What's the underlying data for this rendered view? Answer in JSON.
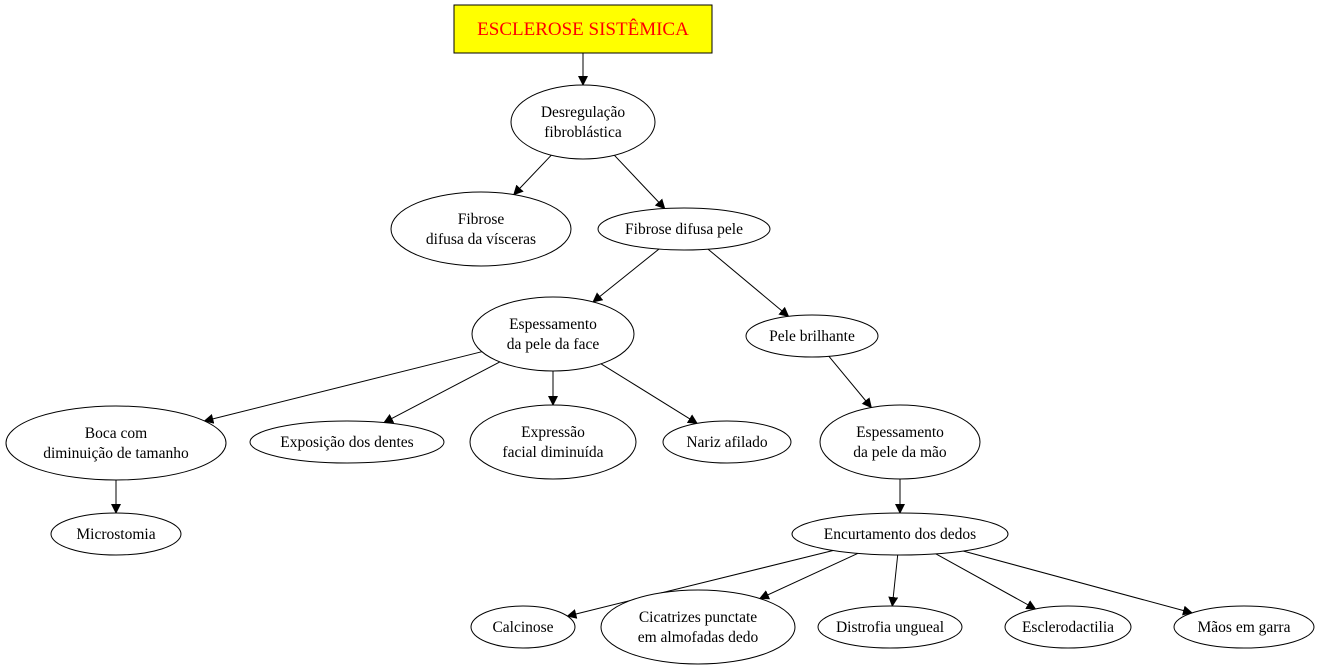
{
  "root": {
    "label": "ESCLEROSE SISTÊMICA",
    "fill": "#ffff00",
    "text_color": "#ff0000"
  },
  "nodes": {
    "desregulacao": [
      "Desregulação",
      "fibroblástica"
    ],
    "fibrose_visceras": [
      "Fibrose",
      "difusa da vísceras"
    ],
    "fibrose_pele": [
      "Fibrose difusa pele"
    ],
    "espessamento_face": [
      "Espessamento",
      "da pele da face"
    ],
    "pele_brilhante": [
      "Pele brilhante"
    ],
    "boca": [
      "Boca com",
      "diminuição de tamanho"
    ],
    "exposicao_dentes": [
      "Exposição dos dentes"
    ],
    "expressao_facial": [
      "Expressão",
      "facial diminuída"
    ],
    "nariz": [
      "Nariz afilado"
    ],
    "espessamento_mao": [
      "Espessamento",
      "da pele da mão"
    ],
    "microstomia": [
      "Microstomia"
    ],
    "encurtamento": [
      "Encurtamento dos dedos"
    ],
    "calcinose": [
      "Calcinose"
    ],
    "cicatrizes": [
      "Cicatrizes punctate",
      "em almofadas dedo"
    ],
    "distrofia": [
      "Distrofia ungueal"
    ],
    "esclerodactilia": [
      "Esclerodactilia"
    ],
    "maos_garra": [
      "Mãos em garra"
    ]
  },
  "edges": [
    [
      "root",
      "desregulacao"
    ],
    [
      "desregulacao",
      "fibrose_visceras"
    ],
    [
      "desregulacao",
      "fibrose_pele"
    ],
    [
      "fibrose_pele",
      "espessamento_face"
    ],
    [
      "fibrose_pele",
      "pele_brilhante"
    ],
    [
      "espessamento_face",
      "boca"
    ],
    [
      "espessamento_face",
      "exposicao_dentes"
    ],
    [
      "espessamento_face",
      "expressao_facial"
    ],
    [
      "espessamento_face",
      "nariz"
    ],
    [
      "pele_brilhante",
      "espessamento_mao"
    ],
    [
      "boca",
      "microstomia"
    ],
    [
      "espessamento_mao",
      "encurtamento"
    ],
    [
      "encurtamento",
      "calcinose"
    ],
    [
      "encurtamento",
      "cicatrizes"
    ],
    [
      "encurtamento",
      "distrofia"
    ],
    [
      "encurtamento",
      "esclerodactilia"
    ],
    [
      "encurtamento",
      "maos_garra"
    ]
  ]
}
